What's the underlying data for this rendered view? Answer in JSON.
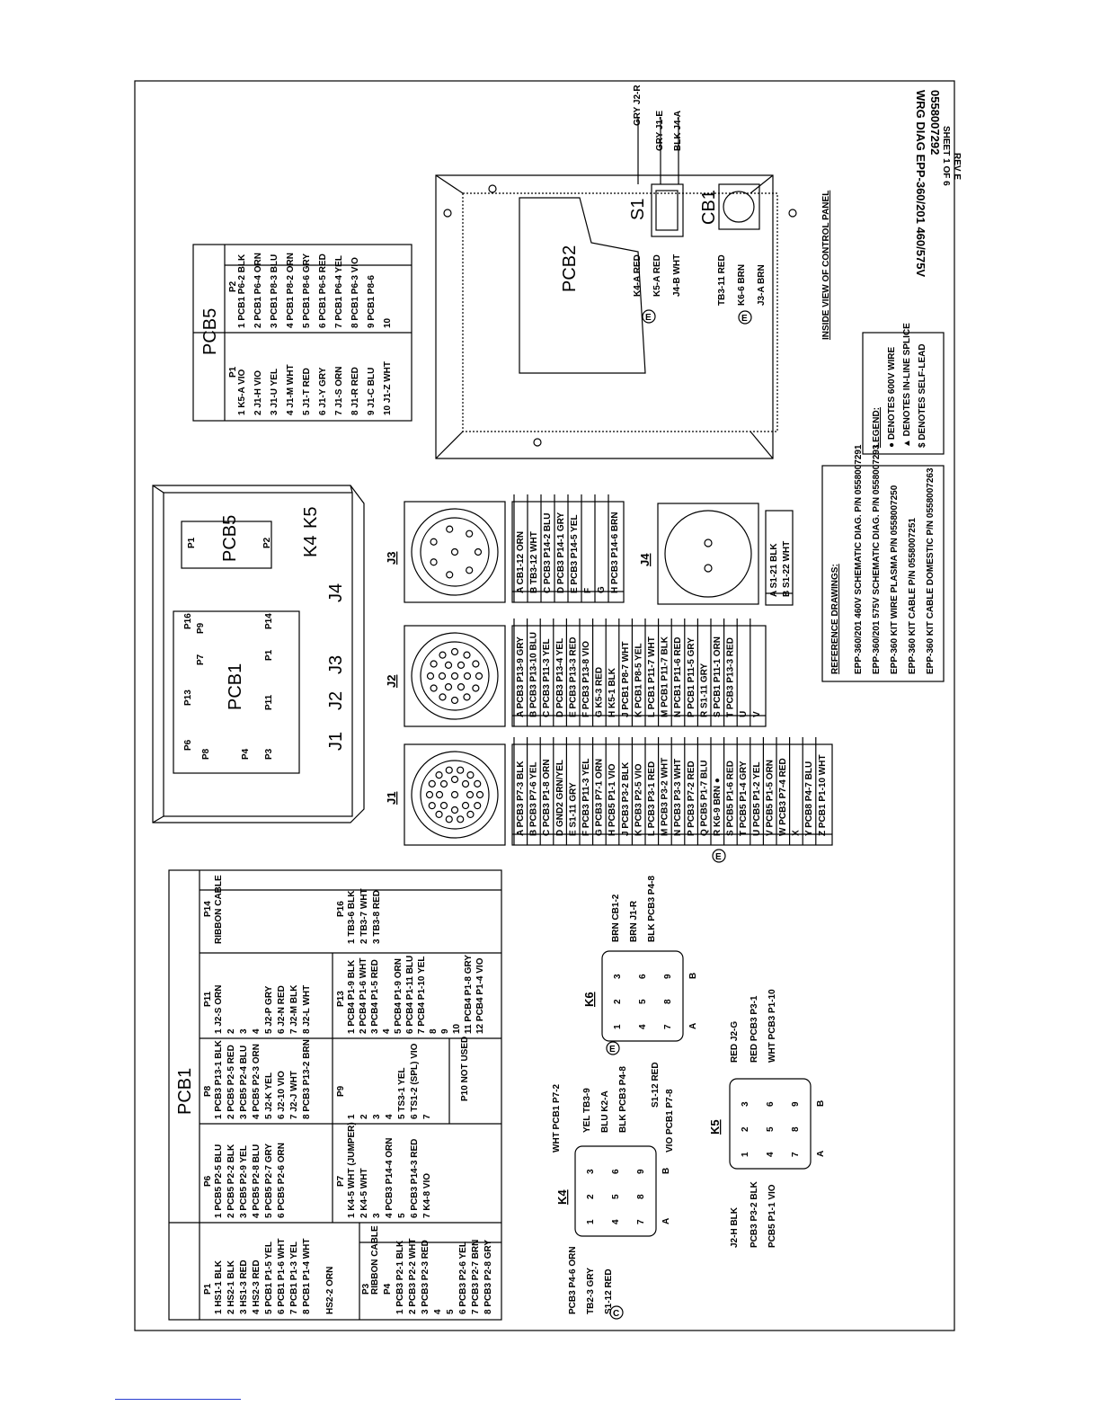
{
  "title_block": {
    "line1": "WRG DIAG EPP-360/201 460/575V",
    "line2": "0558007292",
    "line3": "SHEET 1 OF 6",
    "line4": "REV E"
  },
  "section_labels": {
    "pcb1": "PCB1",
    "pcb5": "PCB5",
    "pcb2": "PCB2",
    "s1": "S1",
    "cb1": "CB1",
    "k4": "K4",
    "k5": "K5",
    "k6": "K6",
    "j1": "J1",
    "j2": "J2",
    "j3": "J3",
    "j4": "J4",
    "inside_view": "INSIDE VIEW OF CONTROL PANEL"
  },
  "legend": {
    "heading": "LEGEND:",
    "items": [
      "● DENOTES 600V WIRE",
      "▲ DENOTES IN-LINE SPLICE",
      "$ DENOTES SELF-LEAD"
    ]
  },
  "reference": {
    "heading": "REFERENCE DRAWINGS:",
    "items": [
      "EPP-360/201 460V SCHEMATIC DIAG. P/N 0558007291",
      "EPP-360/201 575V SCHEMATIC DIAG. P/N 0558007293",
      "EPP-360 KIT WIRE PLASMA P/N 0558007250",
      "EPP-360 KIT CABLE P/N 0558007251",
      "EPP-360 KIT CABLE DOMESTIC P/N 0558007263"
    ]
  },
  "pcb5_table": {
    "p1_header": "P1",
    "p2_header": "P2",
    "p1_rows": [
      "1 K5-A VIO",
      "2 J1-H VIO",
      "3 J1-U YEL",
      "4 J1-M WHT",
      "5 J1-T RED",
      "6 J1-Y GRY",
      "7 J1-S ORN",
      "8 J1-R RED",
      "9 J1-C BLU",
      "10 J1-Z WHT"
    ],
    "p2_rows": [
      "1 PCB1 P6-2 BLK",
      "2 PCB1 P6-4 ORN",
      "3 PCB1 P8-3 BLU",
      "4 PCB1 P8-2 ORN",
      "5 PCB1 P8-6 GRY",
      "6 PCB1 P6-5 RED",
      "7 PCB1 P6-4 YEL",
      "8 PCB1 P6-3 VIO",
      "9 PCB1 P8-6",
      "10"
    ]
  },
  "pcb1_table": {
    "headers": [
      "P1",
      "P6",
      "P8",
      "P11",
      "P14"
    ],
    "p1_rows": [
      "1 HS1-1 BLK",
      "2 HS2-1 BLK",
      "3 HS1-3 RED",
      "4 HS2-3 RED",
      "5 PCB1 P1-5 YEL",
      "6 PCB1 P1-6 WHT",
      "7 PCB1 P1-3 YEL",
      "8 PCB1 P1-4 WHT"
    ],
    "p6_rows": [
      "1 PCB5 P2-5 BLU",
      "2 PCB5 P2-2 BLK",
      "3 PCB5 P2-9 YEL",
      "4 PCB5 P2-8 BLU",
      "5 PCB5 P2-7 GRY",
      "6 PCB5 P2-6 ORN"
    ],
    "p8_rows": [
      "1 PCB3 P13-1 BLK",
      "2 PCB5 P2-5 RED",
      "3 PCB5 P2-4 BLU",
      "4 PCB5 P2-3 ORN",
      "5 J2-K YEL",
      "6 J2-10 VIO",
      "7 J2-J WHT",
      "8 PCB3 P13-2 BRN"
    ],
    "p11_rows": [
      "1 J2-S ORN",
      "2",
      "3",
      "4",
      "5 J2-P GRY",
      "6 J2-N RED",
      "7 J2-M BLK",
      "8 J2-L WHT"
    ],
    "p14_rows": [
      "RIBBON CABLE"
    ],
    "p7_header": "P7",
    "p7_rows": [
      "1 K4-5 WHT (JUMPER)",
      "2 K4-5 WHT",
      "3",
      "4 PCB3 P14-4 ORN",
      "5",
      "6 PCB3 P14-3 RED",
      "7 K4-8 VIO"
    ],
    "p9_header": "P9",
    "p9_rows": [
      "1",
      "2",
      "3",
      "4",
      "5 TS3-1 YEL",
      "6 TS1-2 (SPL) VIO",
      "7"
    ],
    "p10": "P10 NOT USED",
    "p13_header": "P13",
    "p13_rows": [
      "1 PCB4 P1-9 BLK",
      "2 PCB4 P1-6 WHT",
      "3 PCB4 P1-5 RED",
      "4",
      "5 PCB4 P1-9 ORN",
      "6 PCB4 P1-11 BLU",
      "7 PCB4 P1-10 YEL",
      "8",
      "9",
      "10",
      "11 PCB4 P1-8 GRY",
      "12 PCB4 P1-4 VIO"
    ],
    "p16_header": "P16",
    "p16_rows": [
      "1 TB3-6 BLK",
      "2 TB3-7 WHT",
      "3 TB3-8 RED"
    ],
    "p3_header": "P3",
    "p3_rows": [
      "RIBBON CABLE"
    ],
    "p4_header": "P4",
    "p4_rows": [
      "1 PCB3 P2-1 BLK",
      "2 PCB3 P2-2 WHT",
      "3 PCB3 P2-3 RED",
      "4",
      "5",
      "6 PCB3 P2-6 YEL",
      "7 PCB3 P2-7 BRN",
      "8 PCB3 P2-8 GRY"
    ],
    "hs_extra": "HS2-2 ORN"
  },
  "j1_table": {
    "rows": [
      "A PCB3 P7-3 BLK",
      "B PCB3 P7-6 YEL",
      "C PCB3 P1-8 ORN",
      "D GND2 GRN/YEL",
      "E S1-11 GRY",
      "F PCB3 P11-3 YEL",
      "G PCB3 P7-1 ORN",
      "H PCB5 P1-1 VIO",
      "J PCB3 P3-2 BLK",
      "K PCB3 P2-5 VIO",
      "L PCB3 P3-1 RED",
      "M PCB3 P3-2 WHT",
      "N PCB3 P3-3 WHT",
      "P PCB3 P7-2 RED",
      "Q PCB5 P1-7 BLU",
      "R K6-9 BRN ●",
      "S PCB5 P1-6 RED",
      "T PCB5 P1-4 GRY",
      "U PCB5 P1-2 YEL",
      "V PCB5 P1-5 ORN",
      "W PCB3 P7-4 RED",
      "X",
      "Y PCB8 P4-7 BLU",
      "Z PCB1 P1-10 WHT"
    ]
  },
  "j2_table": {
    "rows": [
      "A PCB3 P13-9 GRY",
      "B PCB3 P13-10 BLU",
      "C PCB3 P11-3 YEL",
      "D PCB3 P13-4 YEL",
      "E PCB3 P13-3 RED",
      "F PCB3 P13-8 VIO",
      "G K5-3 RED",
      "H K5-1 BLK",
      "J PCB1 P8-7 WHT",
      "K PCB1 P8-5 YEL",
      "L PCB1 P11-7 WHT",
      "M PCB1 P11-7 BLK",
      "N PCB1 P11-6 RED",
      "P PCB1 P11-5 GRY",
      "R S1-11 GRY",
      "S PCB1 P11-1 ORN",
      "T PCB3 P13-3 RED",
      "U",
      "V"
    ]
  },
  "j3_table": {
    "rows": [
      "A CB1-12 ORN",
      "B TB3-12 WHT",
      "C PCB3 P14-2 BLU",
      "D PCB3 P14-1 GRY",
      "E PCB3 P14-5 YEL",
      "F",
      "G",
      "H PCB3 P14-6 BRN"
    ]
  },
  "j4_table": {
    "rows": [
      "A S1-21 BLK",
      "B S1-22 WHT"
    ]
  },
  "board_labels": {
    "p14": "P14",
    "p16": "P16",
    "p9": "P9",
    "p7": "P7",
    "p13": "P13",
    "p11": "P11",
    "p1": "P1",
    "p6": "P6",
    "p8": "P8",
    "p4": "P4",
    "p3": "P3",
    "pcb5_p1": "P1",
    "pcb5_p2": "P2"
  },
  "s1_wires": [
    "GRY J2-R",
    "GRY J1-E",
    "BLK J4-A"
  ],
  "pcb2_wires": [
    "K4-A RED",
    "K5-A RED",
    "J4-B WHT"
  ],
  "cb1_wires": [
    "TB3-11 RED",
    "K6-6 BRN",
    "J3-A BRN"
  ],
  "k4_wires": [
    "PCB3 P4-6 ORN",
    "TB2-3 GRY",
    "S1-12 RED",
    "WHT PCB1 P7-2",
    "YEL TB3-9",
    "BLU K2-A",
    "BLK PCB3 P4-8",
    "VIO PCB1 P7-8",
    "S1-12 RED"
  ],
  "k5_wires": [
    "J2-H BLK",
    "PCB3 P3-2 BLK",
    "PCB5 P1-1 VIO",
    "RED J2-G",
    "RED PCB3 P3-1",
    "WHT PCB3 P1-10"
  ],
  "k6_wires": [
    "BRN CB1-2",
    "BRN J1-R",
    "BLK PCB3 P4-8"
  ],
  "pin_numbers": {
    "top": [
      "1",
      "2",
      "3"
    ],
    "mid": [
      "4",
      "5",
      "6"
    ],
    "bot": [
      "7",
      "8",
      "9"
    ],
    "letters": [
      "A",
      "B"
    ]
  },
  "marker_e": "E",
  "marker_c": "C"
}
